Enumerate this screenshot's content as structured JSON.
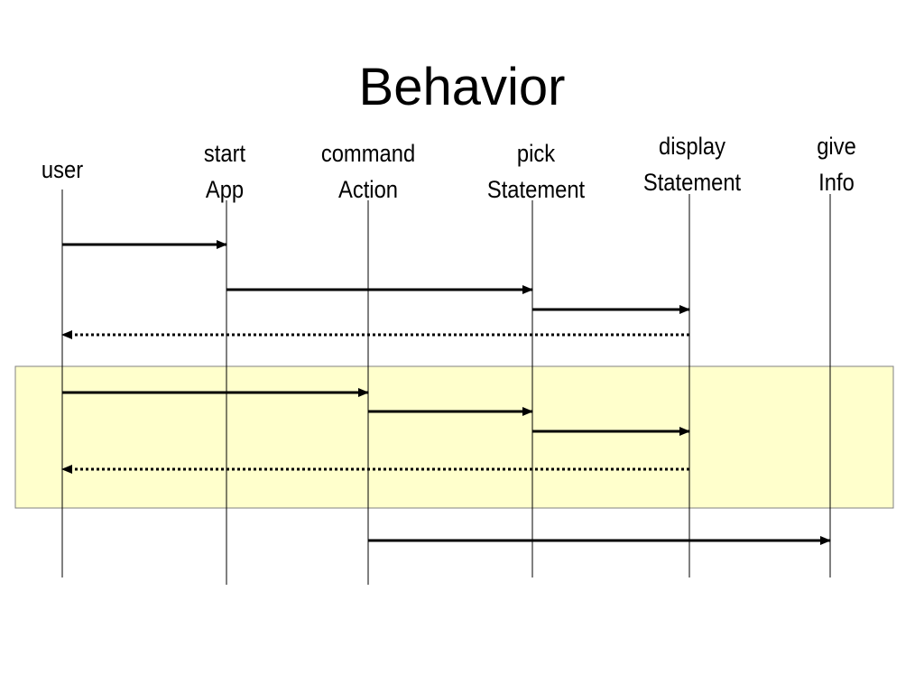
{
  "title": "Behavior",
  "lifelines": [
    {
      "id": "user",
      "lines": [
        "user"
      ]
    },
    {
      "id": "startApp",
      "lines": [
        "start",
        "App"
      ]
    },
    {
      "id": "commandAction",
      "lines": [
        "command",
        "Action"
      ]
    },
    {
      "id": "pickStatement",
      "lines": [
        "pick",
        "Statement"
      ]
    },
    {
      "id": "displayStatement",
      "lines": [
        "display",
        "Statement"
      ]
    },
    {
      "id": "giveInfo",
      "lines": [
        "give",
        "Info"
      ]
    }
  ],
  "messages": [
    {
      "from": "user",
      "to": "startApp",
      "style": "solid"
    },
    {
      "from": "startApp",
      "to": "pickStatement",
      "style": "solid"
    },
    {
      "from": "pickStatement",
      "to": "displayStatement",
      "style": "solid"
    },
    {
      "from": "displayStatement",
      "to": "user",
      "style": "dotted"
    },
    {
      "from": "user",
      "to": "commandAction",
      "style": "solid"
    },
    {
      "from": "commandAction",
      "to": "pickStatement",
      "style": "solid"
    },
    {
      "from": "pickStatement",
      "to": "displayStatement",
      "style": "solid"
    },
    {
      "from": "displayStatement",
      "to": "user",
      "style": "dotted"
    },
    {
      "from": "commandAction",
      "to": "giveInfo",
      "style": "solid"
    }
  ],
  "loop_region": {
    "first_message": 4,
    "last_message": 7
  },
  "colors": {
    "loop_fill": "#ffffcc",
    "loop_border": "#808080",
    "line": "#000000"
  }
}
